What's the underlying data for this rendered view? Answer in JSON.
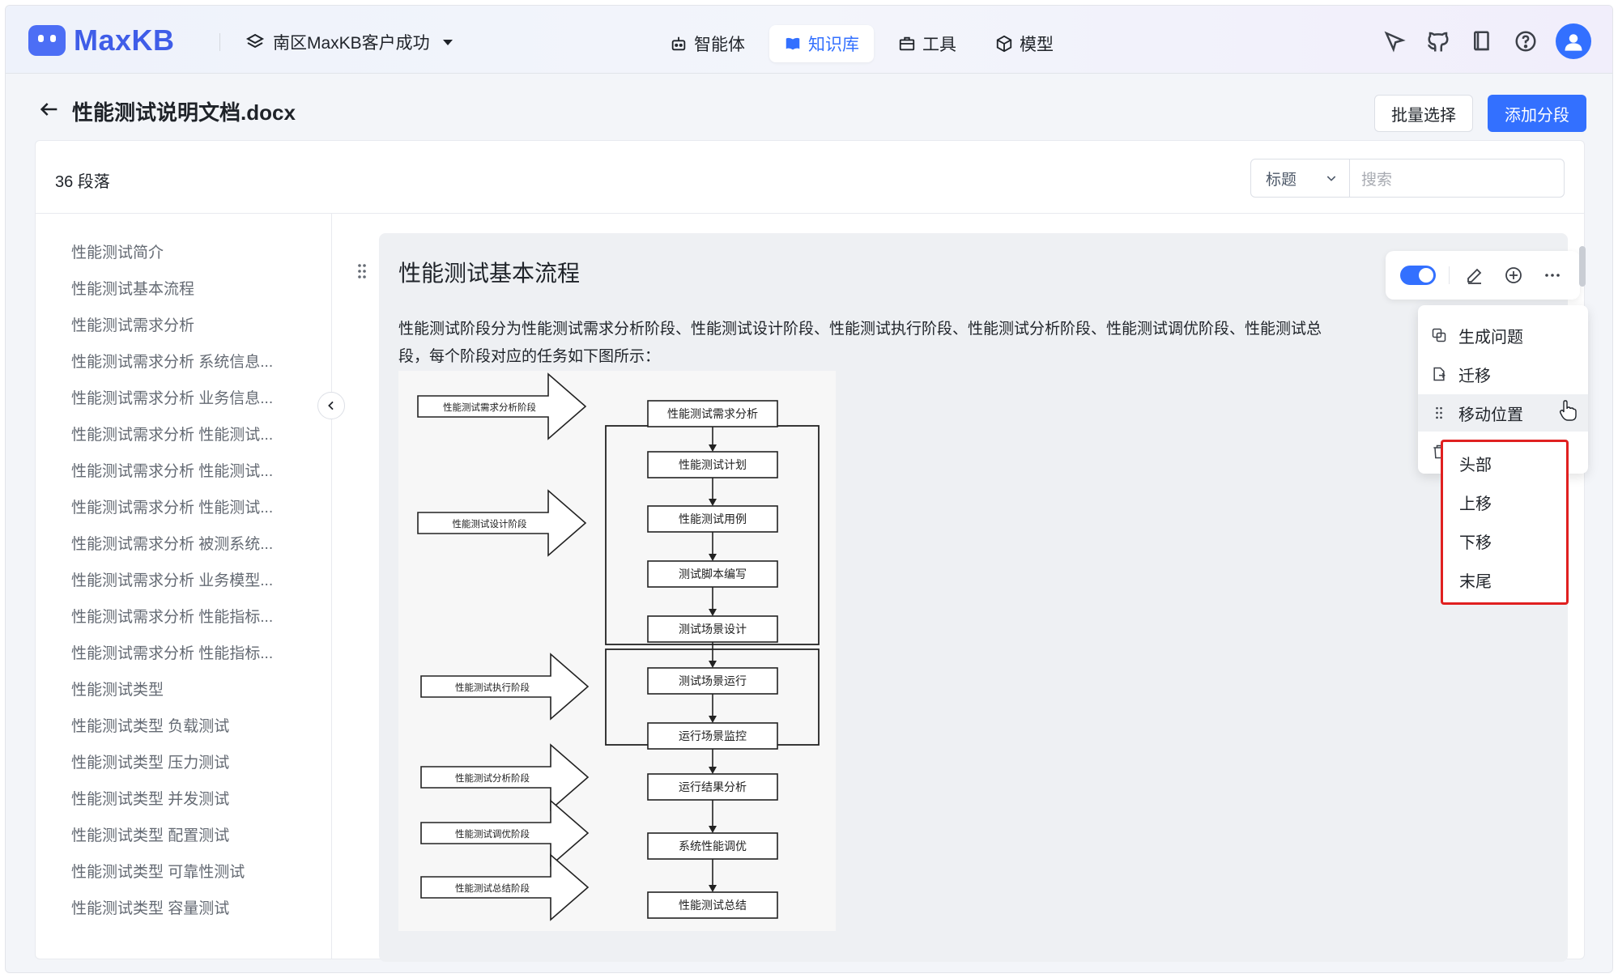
{
  "app": {
    "brand": "MaxKB",
    "workspace": "南区MaxKB客户成功"
  },
  "nav": [
    {
      "label": "智能体",
      "icon": "robot-icon",
      "active": false
    },
    {
      "label": "知识库",
      "icon": "book-icon",
      "active": true
    },
    {
      "label": "工具",
      "icon": "toolbox-icon",
      "active": false
    },
    {
      "label": "模型",
      "icon": "cube-icon",
      "active": false
    }
  ],
  "header": {
    "title": "性能测试说明文档.docx",
    "batch_select": "批量选择",
    "add_segment": "添加分段"
  },
  "list": {
    "count_label": "36 段落",
    "search_field": "标题",
    "search_placeholder": "搜索",
    "items": [
      "性能测试简介",
      "性能测试基本流程",
      "性能测试需求分析",
      "性能测试需求分析 系统信息...",
      "性能测试需求分析 业务信息...",
      "性能测试需求分析 性能测试...",
      "性能测试需求分析 性能测试...",
      "性能测试需求分析 性能测试...",
      "性能测试需求分析 被测系统...",
      "性能测试需求分析 业务模型...",
      "性能测试需求分析 性能指标...",
      "性能测试需求分析 性能指标...",
      "性能测试类型",
      "性能测试类型 负载测试",
      "性能测试类型 压力测试",
      "性能测试类型 并发测试",
      "性能测试类型 配置测试",
      "性能测试类型 可靠性测试",
      "性能测试类型 容量测试"
    ]
  },
  "segment": {
    "title": "性能测试基本流程",
    "line1": "性能测试阶段分为性能测试需求分析阶段、性能测试设计阶段、性能测试执行阶段、性能测试分析阶段、性能测试调优阶段、性能测试总",
    "line2": "段，每个阶段对应的任务如下图所示：",
    "enabled": true
  },
  "flowchart": {
    "phases": [
      "性能测试需求分析阶段",
      "性能测试设计阶段",
      "性能测试执行阶段",
      "性能测试分析阶段",
      "性能测试调优阶段",
      "性能测试总结阶段"
    ],
    "steps": [
      "性能测试需求分析",
      "性能测试计划",
      "性能测试用例",
      "测试脚本编写",
      "测试场景设计",
      "测试场景运行",
      "运行场景监控",
      "运行结果分析",
      "系统性能调优",
      "性能测试总结"
    ]
  },
  "menu": {
    "items": [
      "生成问题",
      "迁移",
      "移动位置"
    ],
    "submenu": [
      "头部",
      "上移",
      "下移",
      "末尾"
    ]
  },
  "colors": {
    "primary": "#3370ff",
    "highlight_border": "#e02020",
    "brand": "#3f5de8"
  }
}
